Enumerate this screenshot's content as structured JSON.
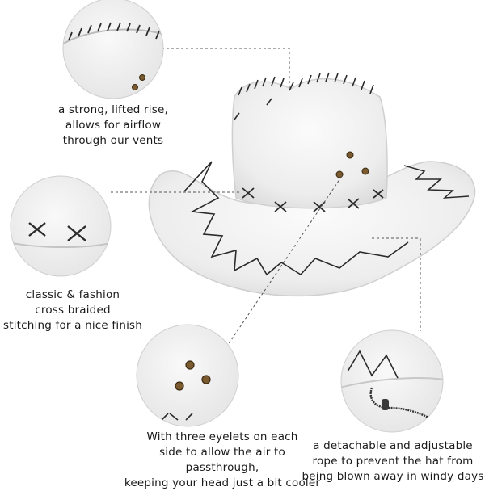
{
  "captions": {
    "vents": "a strong, lifted rise,\nallows for airflow\nthrough our vents",
    "stitching": "classic & fashion\ncross braided\nstitching for a nice finish",
    "eyelets": "With three eyelets on each\nside to allow the air to passthrough,\nkeeping your head just a bit cooler",
    "rope": "a detachable and adjustable\nrope to prevent the hat from\nbeing blown away in windy days"
  },
  "colors": {
    "hat": "#f3f3f3",
    "hat_shadow": "#d9d9d9",
    "stitch": "#2b2b2b",
    "eyelet": "#7a5a2e",
    "leader_line": "#555555",
    "circle_border": "#cfcfcf"
  }
}
